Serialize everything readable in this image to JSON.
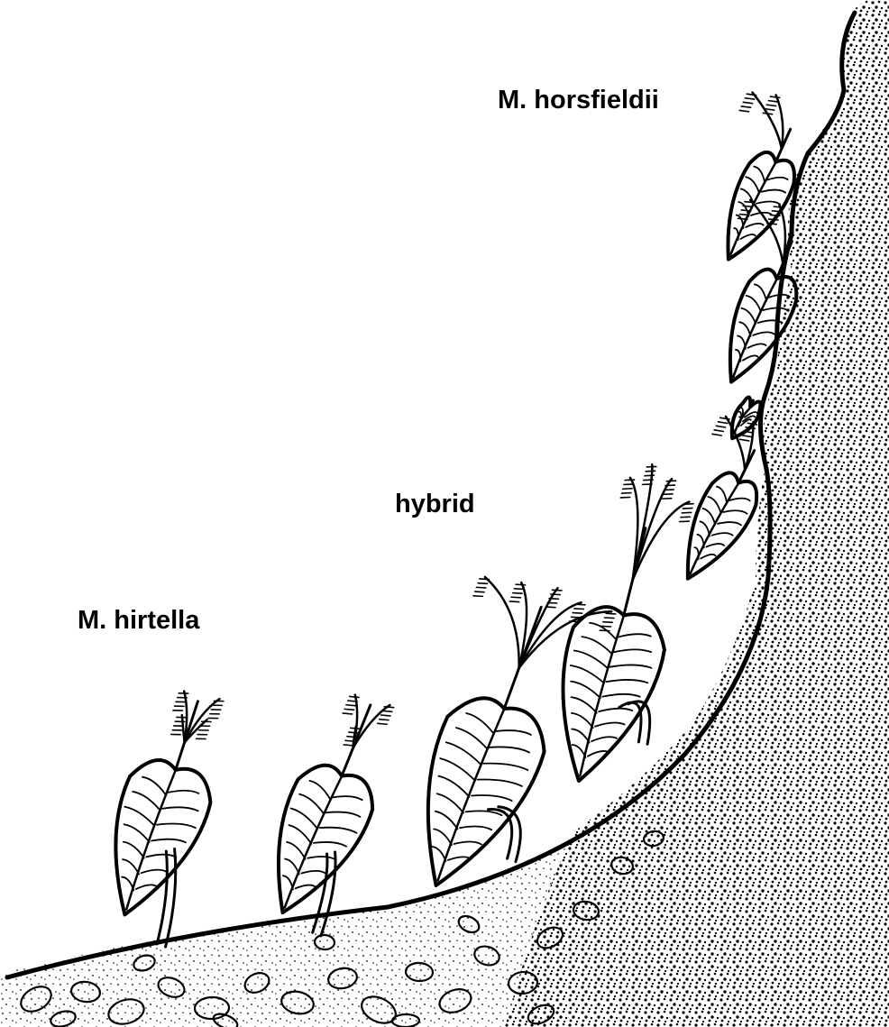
{
  "labels": {
    "horsfieldii": "M. horsfieldii",
    "hybrid": "hybrid",
    "hirtella": "M. hirtella"
  },
  "colors": {
    "ink": "#000000",
    "paper": "#ffffff"
  },
  "icons": {
    "plant": "plant-with-heart-shaped-leaf",
    "cliff": "stippled-rock-cliff",
    "soil": "pebbly-soil"
  }
}
